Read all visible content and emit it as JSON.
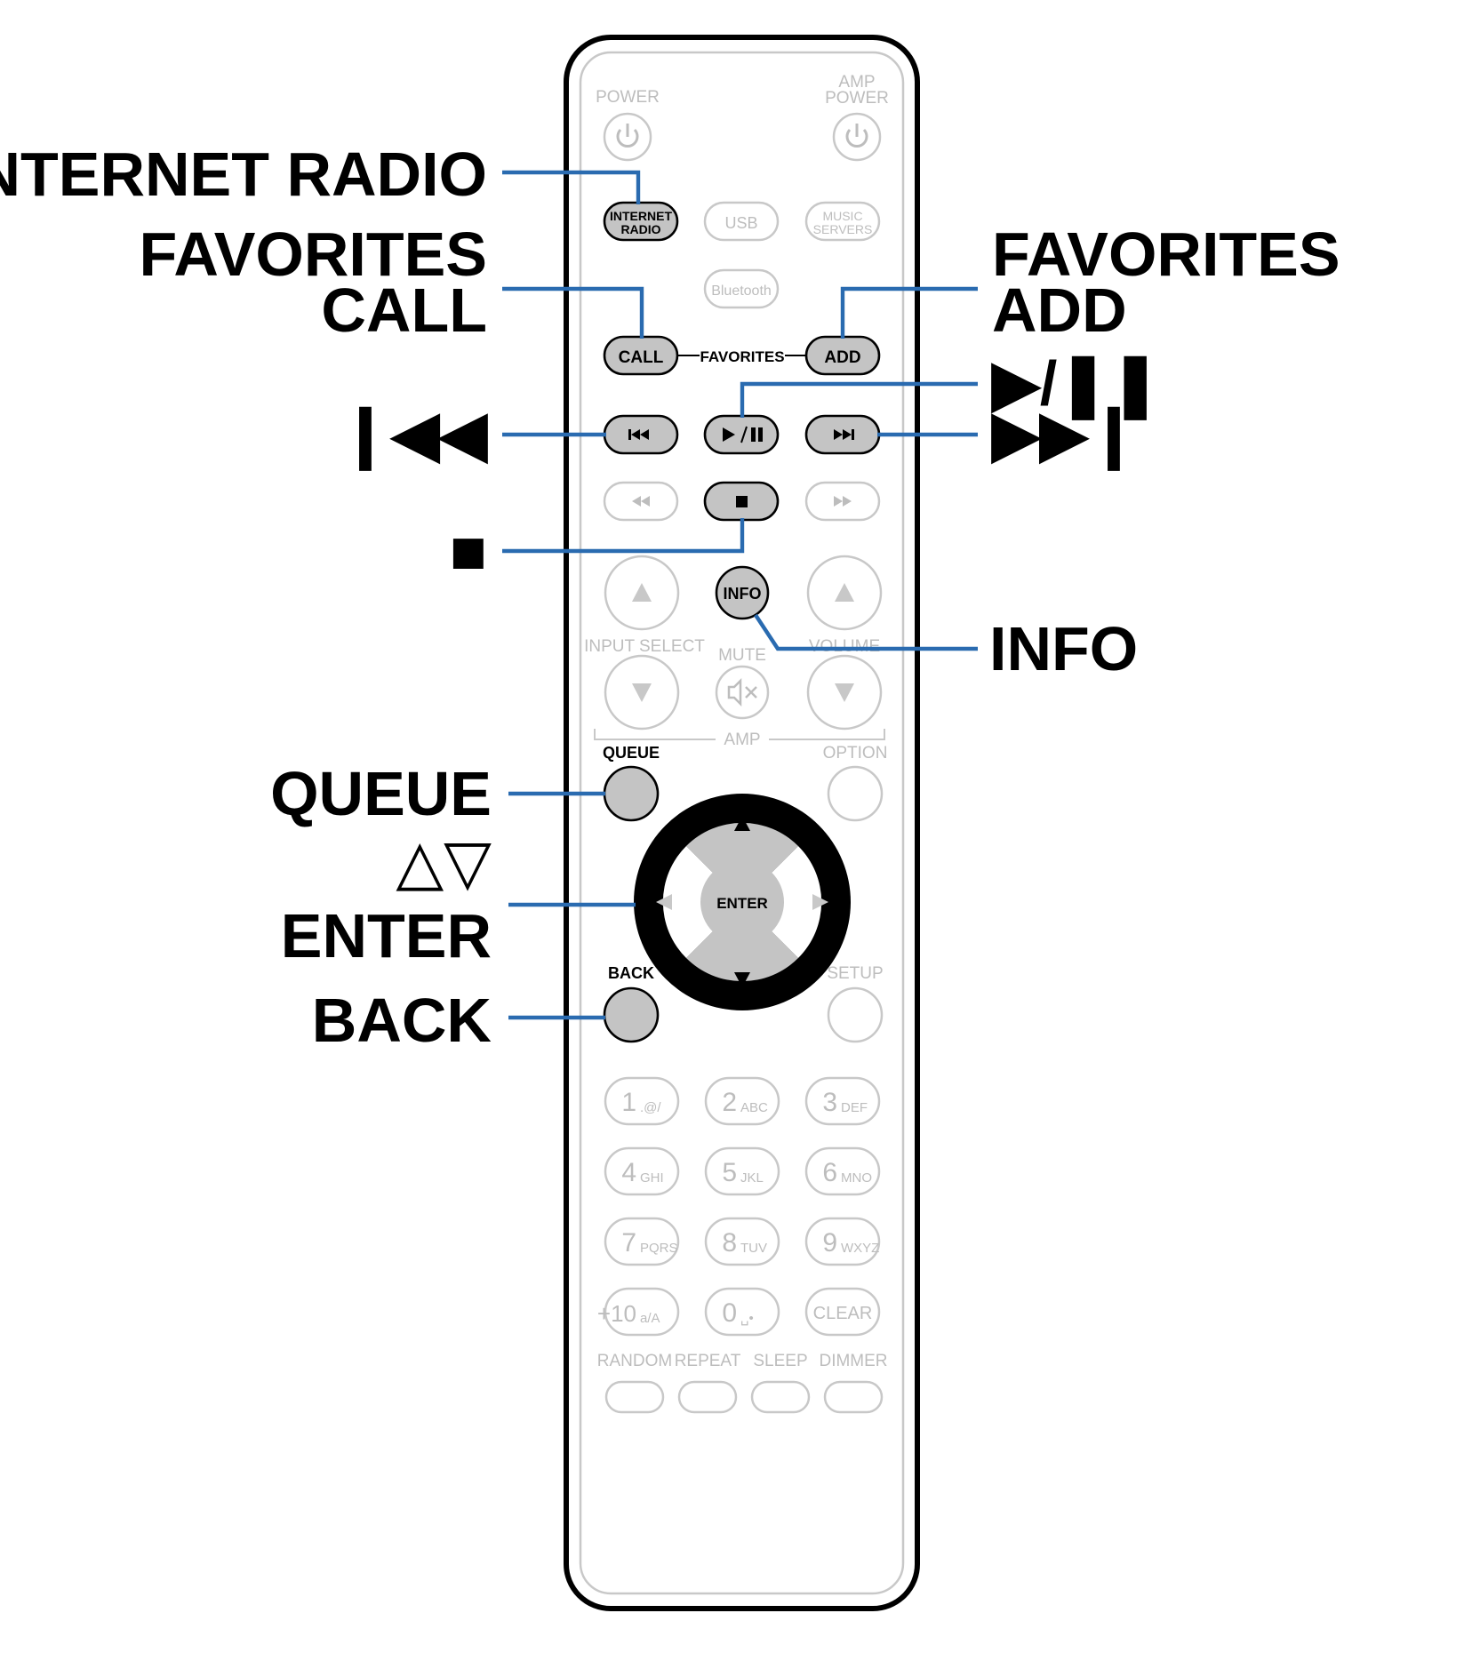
{
  "callouts": {
    "internet_radio": "INTERNET RADIO",
    "favorites_call_1": "FAVORITES",
    "favorites_call_2": "CALL",
    "favorites_add_1": "FAVORITES",
    "favorites_add_2": "ADD",
    "play_pause": "▶/❚❚",
    "skip_back": "❙◀◀",
    "skip_forward": "▶▶❙",
    "stop": "■",
    "info": "INFO",
    "queue": "QUEUE",
    "up_down": "△▽",
    "enter": "ENTER",
    "back": "BACK"
  },
  "remote": {
    "power": "POWER",
    "amp_power_1": "AMP",
    "amp_power_2": "POWER",
    "internet_radio_1": "INTERNET",
    "internet_radio_2": "RADIO",
    "usb": "USB",
    "music_servers_1": "MUSIC",
    "music_servers_2": "SERVERS",
    "bluetooth": "Bluetooth",
    "call": "CALL",
    "favorites": "FAVORITES",
    "add": "ADD",
    "input_select": "INPUT SELECT",
    "mute": "MUTE",
    "volume": "VOLUME",
    "info": "INFO",
    "amp": "AMP",
    "queue": "QUEUE",
    "option": "OPTION",
    "enter": "ENTER",
    "back": "BACK",
    "setup": "SETUP",
    "keys": [
      {
        "num": "1",
        "sub": ".@/"
      },
      {
        "num": "2",
        "sub": "ABC"
      },
      {
        "num": "3",
        "sub": "DEF"
      },
      {
        "num": "4",
        "sub": "GHI"
      },
      {
        "num": "5",
        "sub": "JKL"
      },
      {
        "num": "6",
        "sub": "MNO"
      },
      {
        "num": "7",
        "sub": "PQRS"
      },
      {
        "num": "8",
        "sub": "TUV"
      },
      {
        "num": "9",
        "sub": "WXYZ"
      },
      {
        "num": "+10",
        "sub": "a/A"
      },
      {
        "num": "0",
        "sub": "␣•"
      },
      {
        "num": "CLEAR",
        "sub": ""
      }
    ],
    "bottom_row": [
      "RANDOM",
      "REPEAT",
      "SLEEP",
      "DIMMER"
    ]
  },
  "colors": {
    "leader_line": "#2a6bb0",
    "highlight_button": "#c4c4c4",
    "faint_outline": "#c8c8c8"
  }
}
